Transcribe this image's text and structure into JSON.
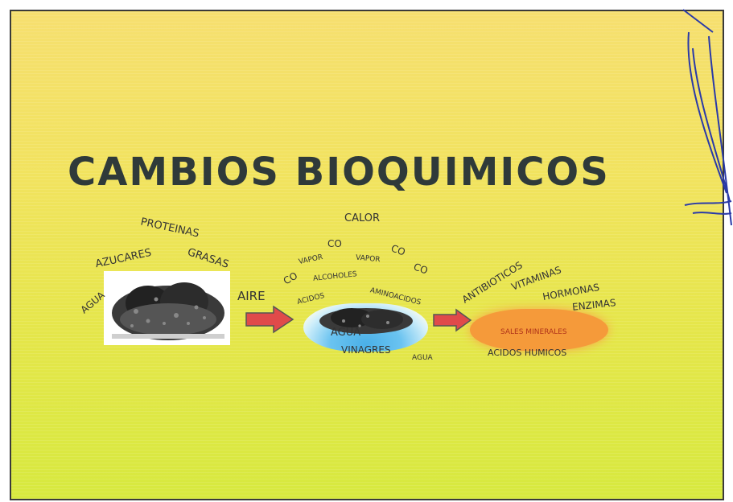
{
  "title": "CAMBIOS BIOQUIMICOS",
  "labels": {
    "proteinas": "PROTEINAS",
    "azucares": "AZUCARES",
    "grasas": "GRASAS",
    "agua_left": "AGUA",
    "aire": "AIRE",
    "calor": "CALOR",
    "co_1": "CO",
    "co_2": "CO",
    "co_3": "CO",
    "co_4": "CO",
    "vapor_1": "VAPOR",
    "vapor_2": "VAPOR",
    "alcoholes": "ALCOHOLES",
    "acidos": "ACIDOS",
    "aminoacidos": "AMINOACIDOS",
    "agua_middle": "AGUA",
    "vinagres": "VINAGRES",
    "agua_bottom": "AGUA",
    "antibioticos": "ANTIBIOTICOS",
    "vitaminas": "VITAMINAS",
    "hormonas": "HORMONAS",
    "enzimas": "ENZIMAS",
    "sales_minerales": "SALES MINERALES",
    "acidos_humicos": "ACIDOS HUMICOS"
  },
  "colors": {
    "arrow": "#e04a4a",
    "compost_blob": "#f59a3a",
    "water": "#4ab0e8",
    "ink": "#2a3aa8"
  }
}
